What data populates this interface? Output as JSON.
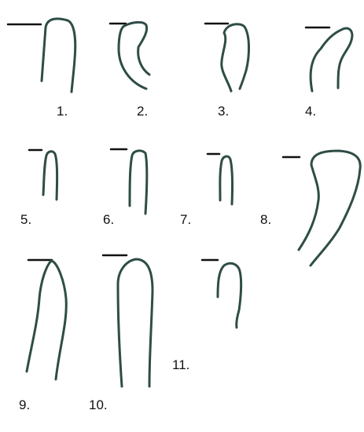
{
  "colors": {
    "outline": "#2e4d47",
    "marker": "#111111",
    "label": "#111111",
    "background": "#ffffff"
  },
  "figures": [
    {
      "label": "1."
    },
    {
      "label": "2."
    },
    {
      "label": "3."
    },
    {
      "label": "4."
    },
    {
      "label": "5."
    },
    {
      "label": "6."
    },
    {
      "label": "7."
    },
    {
      "label": "8."
    },
    {
      "label": "9."
    },
    {
      "label": "10."
    },
    {
      "label": "11."
    }
  ]
}
